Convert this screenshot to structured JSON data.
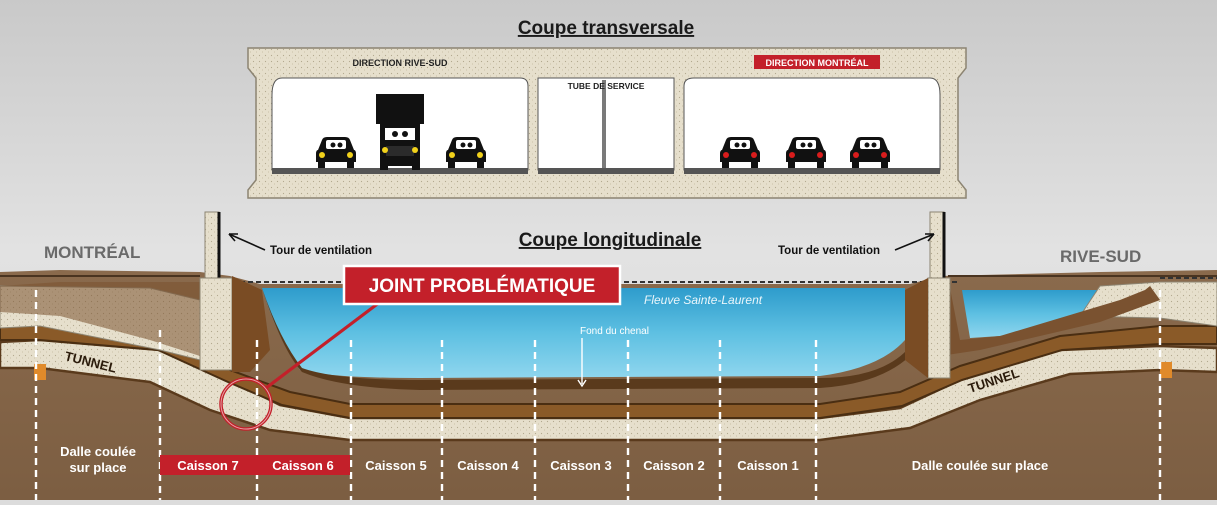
{
  "cross_section": {
    "title": "Coupe transversale",
    "label_left": "DIRECTION RIVE-SUD",
    "label_center": "TUBE DE SERVICE",
    "label_right": "DIRECTION MONTRÉAL"
  },
  "long_section": {
    "title": "Coupe longitudinale",
    "city_left": "MONTRÉAL",
    "city_right": "RIVE-SUD",
    "vent_left": "Tour de ventilation",
    "vent_right": "Tour de ventilation",
    "callout": "JOINT PROBLÉMATIQUE",
    "river": "Fleuve Sainte-Laurent",
    "channel_bottom": "Fond du chenal",
    "tunnel_left": "TUNNEL",
    "tunnel_right": "TUNNEL"
  },
  "segments": {
    "dalle_left_line1": "Dalle coulée",
    "dalle_left_line2": "sur place",
    "caisson7": "Caisson 7",
    "caisson6": "Caisson 6",
    "caisson5": "Caisson 5",
    "caisson4": "Caisson 4",
    "caisson3": "Caisson 3",
    "caisson2": "Caisson 2",
    "caisson1": "Caisson 1",
    "dalle_right": "Dalle coulée sur place"
  },
  "colors": {
    "highlight_red": "#c3202a",
    "water": "#4fb3d6",
    "soil": "#8b6b4e",
    "concrete": "#e4dcc8",
    "tunnel_brown": "#6a4520"
  }
}
